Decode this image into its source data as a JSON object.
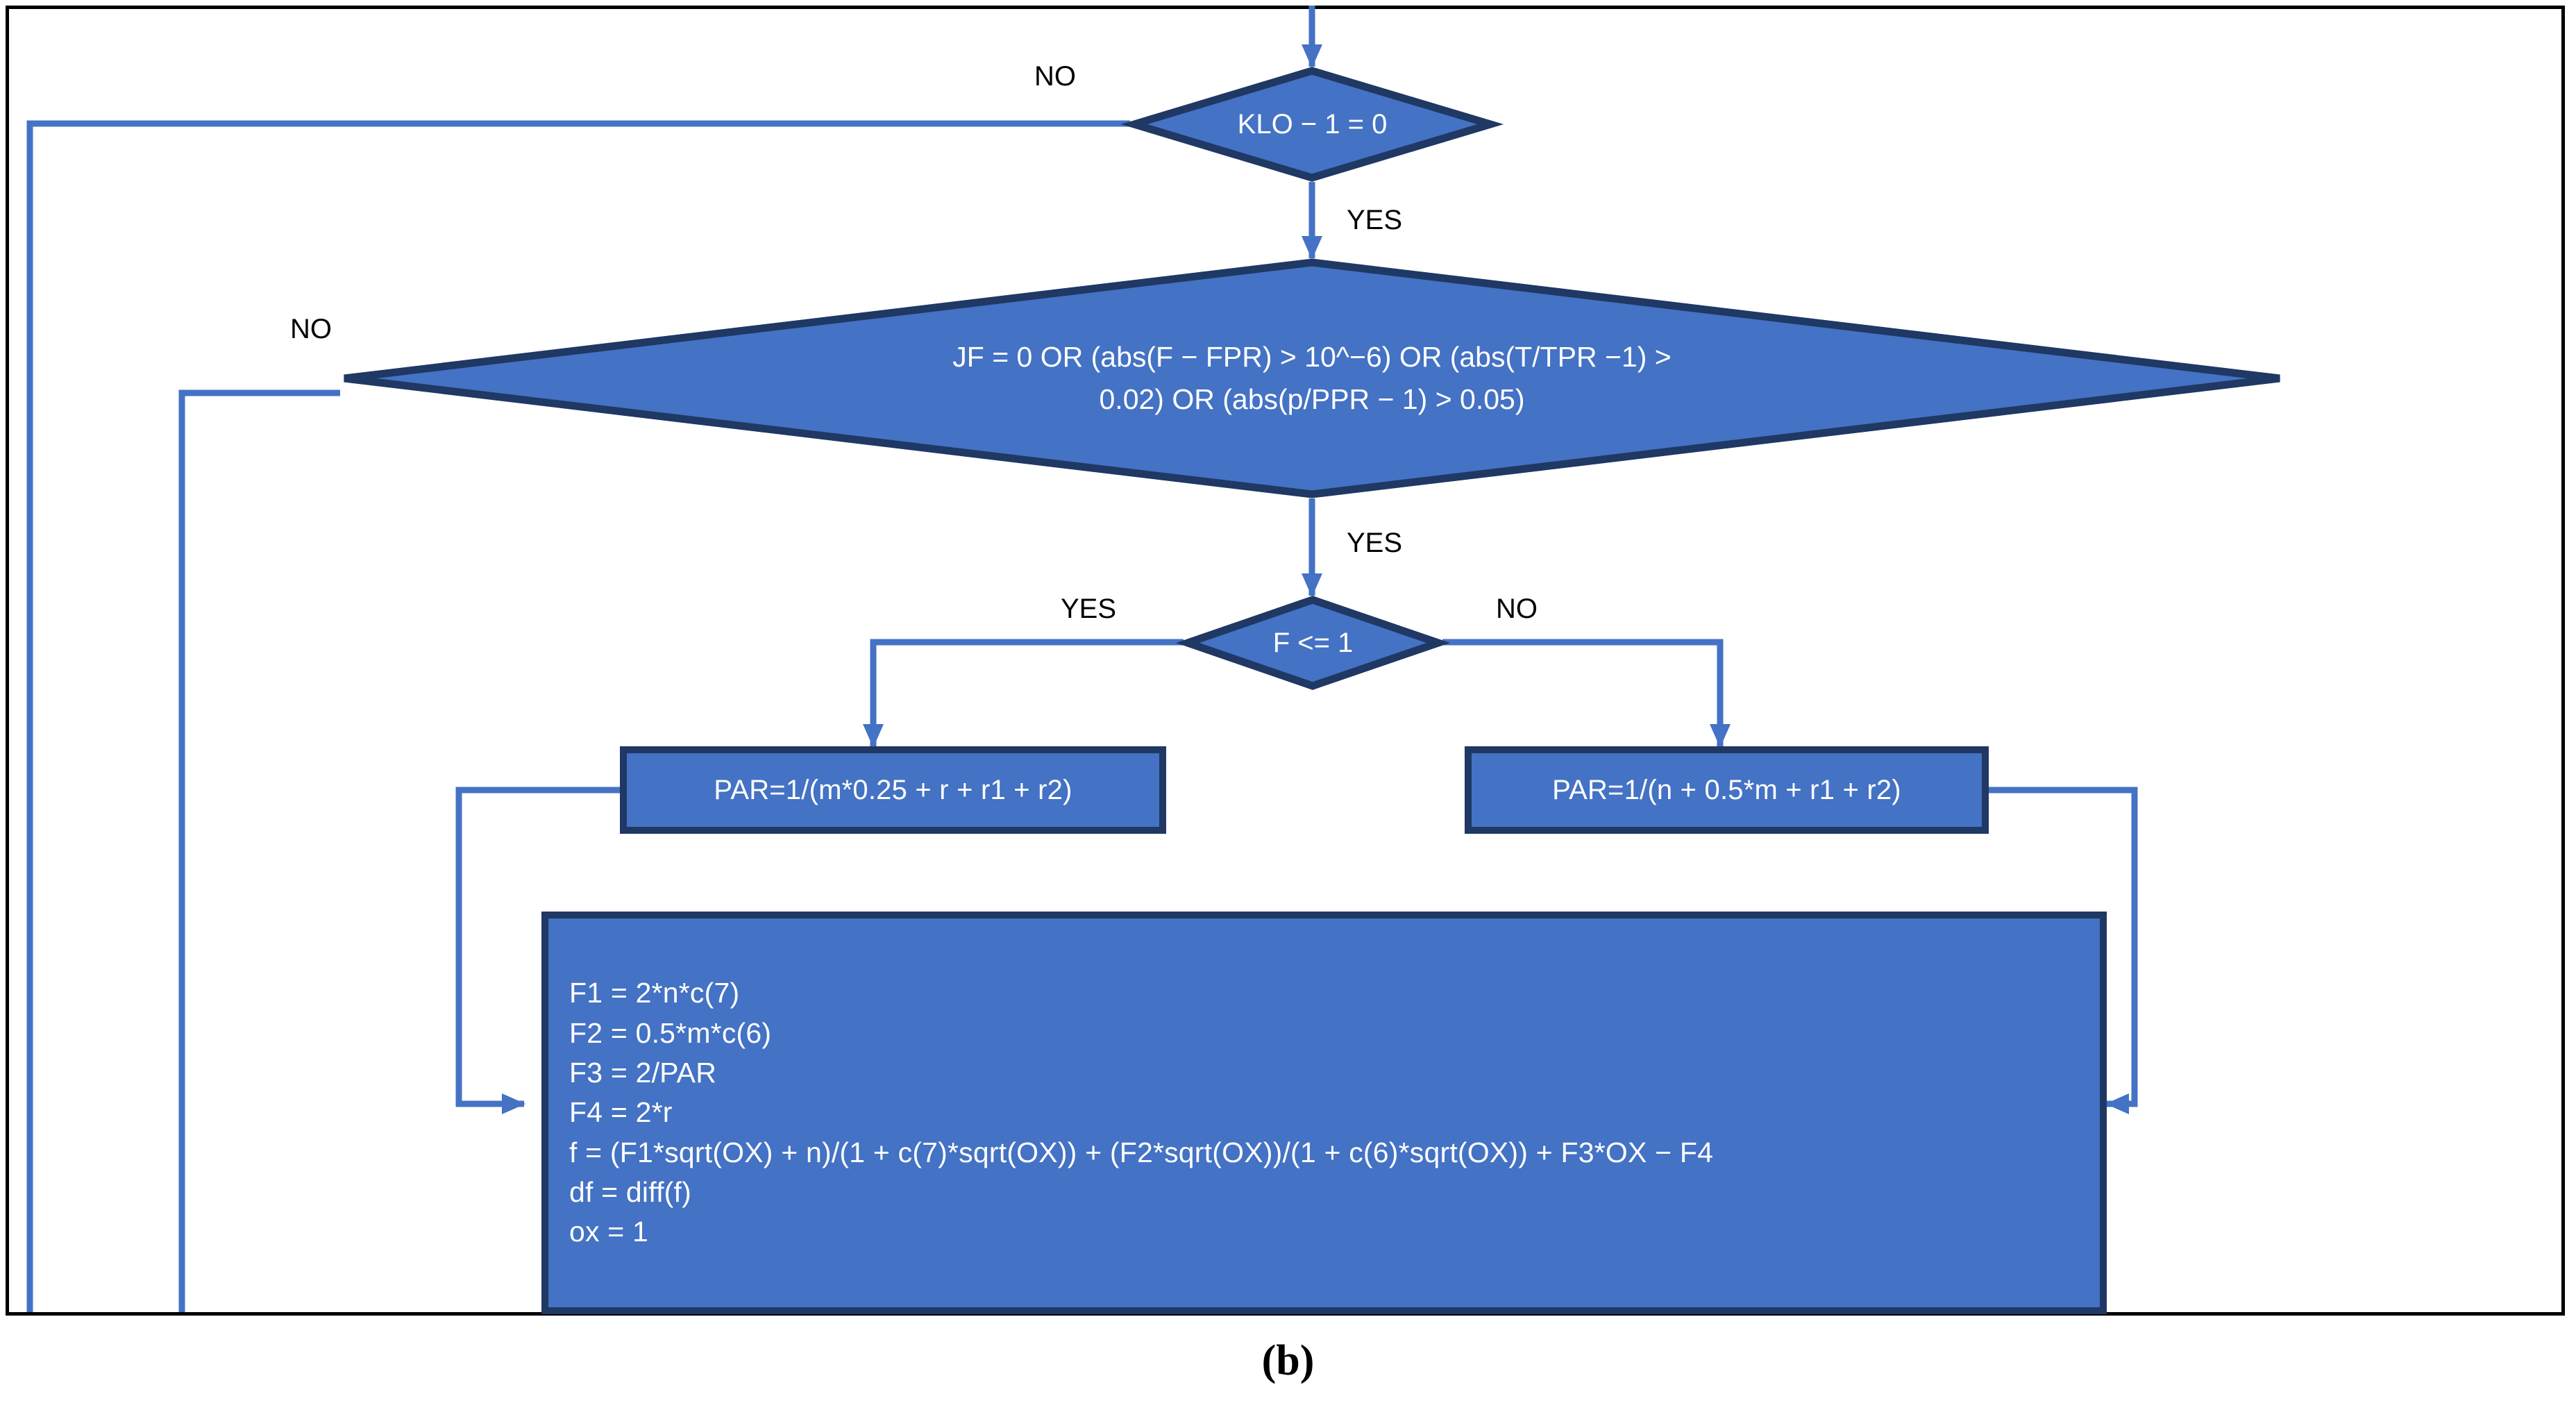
{
  "figure": {
    "caption": "(b)",
    "colors": {
      "shape_fill": "#4472C4",
      "shape_border": "#1F3864",
      "connector": "#4472C4",
      "frame_border": "#000000",
      "label_text": "#000000",
      "shape_text": "#FFFFFF"
    }
  },
  "nodes": {
    "decision_klo": {
      "text": "KLO − 1 = 0",
      "type": "decision"
    },
    "decision_conv": {
      "line1": "JF = 0 OR (abs(F − FPR) > 10^−6) OR (abs(T/TPR −1) >",
      "line2": "0.02) OR (abs(p/PPR − 1) > 0.05)",
      "type": "decision"
    },
    "decision_f": {
      "text": "F <= 1",
      "type": "decision"
    },
    "process_par_left": {
      "text": "PAR=1/(m*0.25 + r + r1 + r2)",
      "type": "process"
    },
    "process_par_right": {
      "text": "PAR=1/(n + 0.5*m + r1 + r2)",
      "type": "process"
    },
    "process_formulas": {
      "type": "process",
      "lines": [
        "F1 = 2*n*c(7)",
        "F2 = 0.5*m*c(6)",
        "F3 = 2/PAR",
        "F4 = 2*r",
        "f = (F1*sqrt(OX) + n)/(1 + c(7)*sqrt(OX)) + (F2*sqrt(OX))/(1 + c(6)*sqrt(OX)) + F3*OX − F4",
        "df = diff(f)",
        "ox = 1"
      ]
    }
  },
  "edge_labels": {
    "klo_no": "NO",
    "klo_yes": "YES",
    "conv_no": "NO",
    "conv_yes": "YES",
    "f_yes": "YES",
    "f_no": "NO"
  }
}
